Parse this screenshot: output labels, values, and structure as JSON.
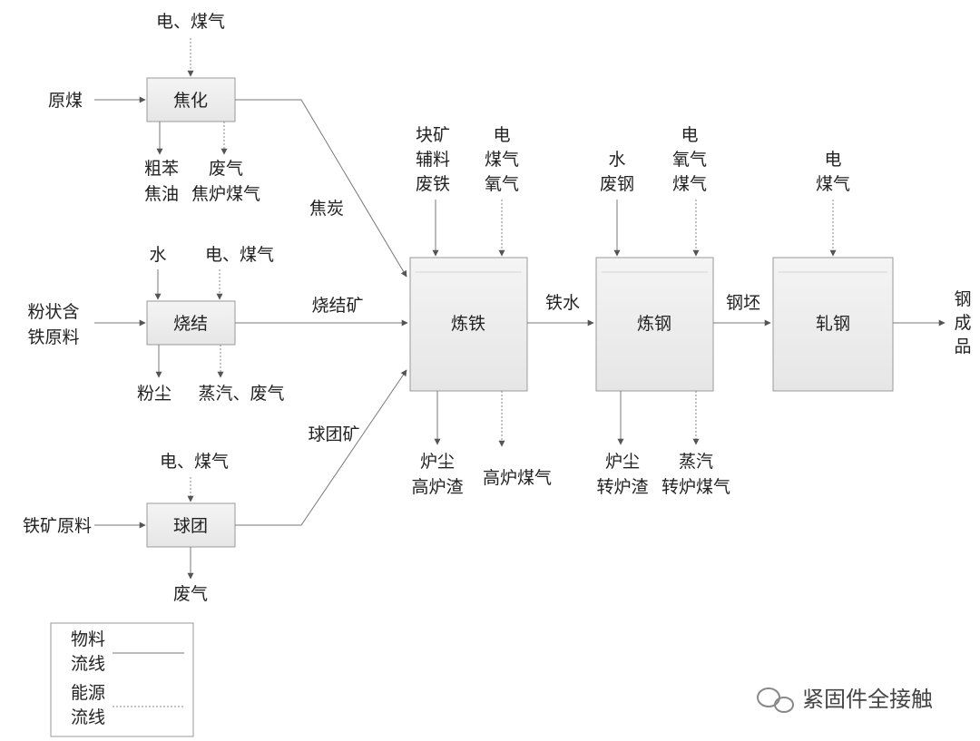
{
  "processes": {
    "coking": "焦化",
    "sintering": "烧结",
    "pelletizing": "球团",
    "ironmaking": "炼铁",
    "steelmaking": "炼钢",
    "rolling": "轧钢"
  },
  "inputs": {
    "coking_energy": "电、煤气",
    "coking_raw": "原煤",
    "sinter_water": "水",
    "sinter_energy": "电、煤气",
    "sinter_raw": [
      "粉状含",
      "铁原料"
    ],
    "pellet_energy": "电、煤气",
    "pellet_raw": "铁矿原料",
    "iron_material": [
      "块矿",
      "辅料",
      "废铁"
    ],
    "iron_energy": [
      "电",
      "煤气",
      "氧气"
    ],
    "steel_material": [
      "水",
      "废钢"
    ],
    "steel_energy": [
      "电",
      "氧气",
      "煤气"
    ],
    "rolling_energy": [
      "电",
      "煤气"
    ]
  },
  "outputs": {
    "coking_byproduct1": [
      "粗苯",
      "焦油"
    ],
    "coking_byproduct2": [
      "废气",
      "焦炉煤气"
    ],
    "sinter_byproduct1": "粉尘",
    "sinter_byproduct2": "蒸汽、废气",
    "pellet_byproduct": "废气",
    "iron_byproduct1": [
      "炉尘",
      "高炉渣"
    ],
    "iron_byproduct2": "高炉煤气",
    "steel_byproduct1": [
      "炉尘",
      "转炉渣"
    ],
    "steel_byproduct2": [
      "蒸汽",
      "转炉煤气"
    ],
    "final_product": [
      "钢",
      "成",
      "品"
    ]
  },
  "flows": {
    "coke": "焦炭",
    "sinter_ore": "烧结矿",
    "pellet_ore": "球团矿",
    "molten_iron": "铁水",
    "billet": "钢坯"
  },
  "legend": {
    "material_line": [
      "物料",
      "流线"
    ],
    "energy_line": [
      "能源",
      "流线"
    ]
  },
  "watermark": "紧固件全接触"
}
